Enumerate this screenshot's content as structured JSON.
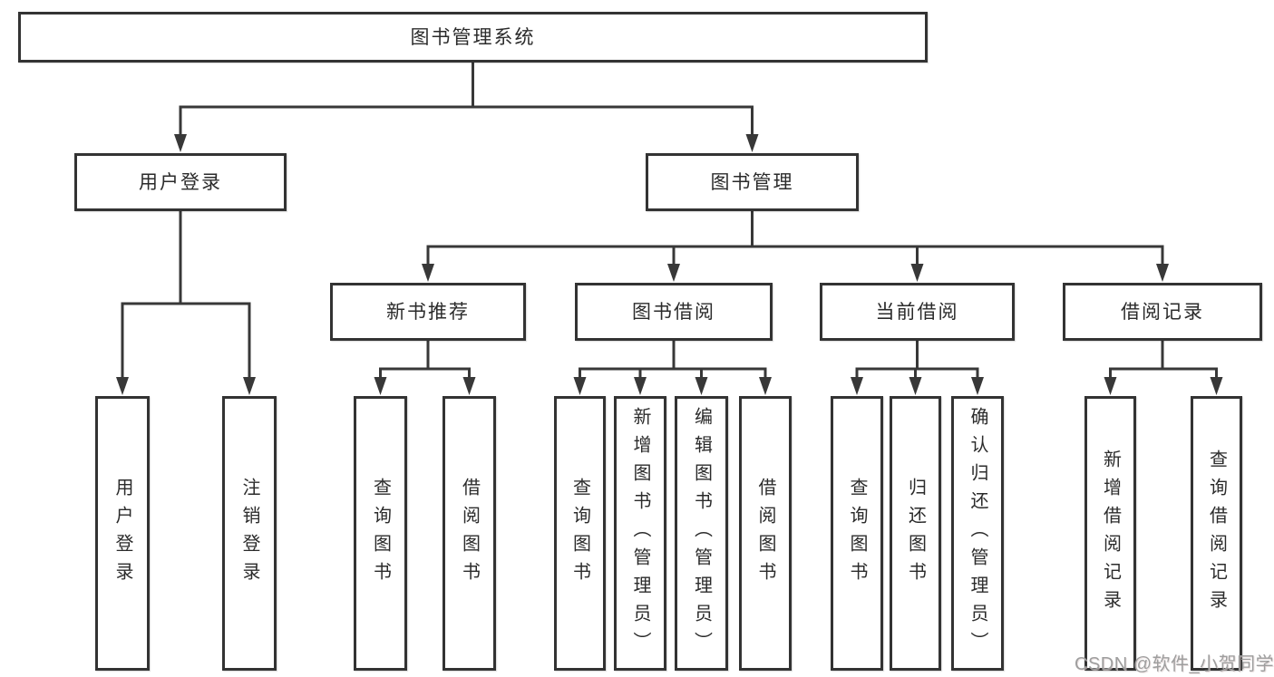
{
  "page": {
    "background": "#ffffff",
    "watermark_text": "CSDN @软件_小贺同学"
  },
  "colors": {
    "line": "#383838",
    "box_border": "#333333",
    "text": "#2b2b2b",
    "watermark": "#9e9e9e",
    "background": "#ffffff"
  },
  "diagram": {
    "title": "图书管理系统",
    "type": "tree",
    "nodes": [
      {
        "id": "system",
        "label": "图书管理系统",
        "parent": null
      },
      {
        "id": "user-login-group",
        "label": "用户登录",
        "parent": "system"
      },
      {
        "id": "book-management",
        "label": "图书管理",
        "parent": "system"
      },
      {
        "id": "user-login",
        "label": "用户登录",
        "parent": "user-login-group"
      },
      {
        "id": "user-logout",
        "label": "注销登录",
        "parent": "user-login-group"
      },
      {
        "id": "new-book-recommend",
        "label": "新书推荐",
        "parent": "book-management"
      },
      {
        "id": "book-borrowing",
        "label": "图书借阅",
        "parent": "book-management"
      },
      {
        "id": "current-borrowing",
        "label": "当前借阅",
        "parent": "book-management"
      },
      {
        "id": "borrowing-records",
        "label": "借阅记录",
        "parent": "book-management"
      },
      {
        "id": "nbr-query-books",
        "label": "查询图书",
        "parent": "new-book-recommend"
      },
      {
        "id": "nbr-borrow-books",
        "label": "借阅图书",
        "parent": "new-book-recommend"
      },
      {
        "id": "bb-query-books",
        "label": "查询图书",
        "parent": "book-borrowing"
      },
      {
        "id": "bb-add-books",
        "label": "新增图书（管理员）",
        "parent": "book-borrowing"
      },
      {
        "id": "bb-edit-books",
        "label": "编辑图书（管理员）",
        "parent": "book-borrowing"
      },
      {
        "id": "bb-borrow-books",
        "label": "借阅图书",
        "parent": "book-borrowing"
      },
      {
        "id": "cb-query-books",
        "label": "查询图书",
        "parent": "current-borrowing"
      },
      {
        "id": "cb-return-books",
        "label": "归还图书",
        "parent": "current-borrowing"
      },
      {
        "id": "cb-confirm-return",
        "label": "确认归还（管理员）",
        "parent": "current-borrowing"
      },
      {
        "id": "br-add-record",
        "label": "新增借阅记录",
        "parent": "borrowing-records"
      },
      {
        "id": "br-query-record",
        "label": "查询借阅记录",
        "parent": "borrowing-records"
      }
    ]
  }
}
